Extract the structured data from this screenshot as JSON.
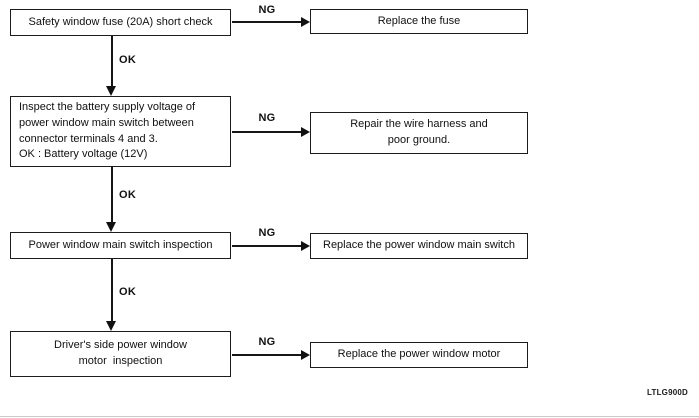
{
  "figure": {
    "code": "LTLG900D"
  },
  "diagram": {
    "title_implied": "",
    "rows": [
      {
        "step": "Safety window fuse (20A) short check",
        "ng": "NG",
        "action": "Replace the fuse",
        "ok": "OK"
      },
      {
        "step": "Inspect the battery supply voltage of\npower window main switch between\nconnector terminals 4 and 3.\nOK : Battery voltage (12V)",
        "ng": "NG",
        "action": "Repair the wire harness and\npoor ground.",
        "ok": "OK"
      },
      {
        "step": "Power window main switch inspection",
        "ng": "NG",
        "action": "Replace the power window main switch",
        "ok": "OK"
      },
      {
        "step": "Driver's side power window\nmotor  inspection",
        "ng": "NG",
        "action": "Replace the power window motor"
      }
    ]
  }
}
